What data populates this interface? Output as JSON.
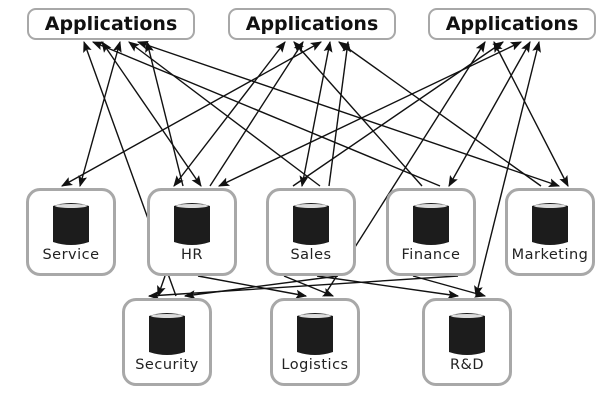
{
  "applications": [
    {
      "id": "app1",
      "label": "Applications"
    },
    {
      "id": "app2",
      "label": "Applications"
    },
    {
      "id": "app3",
      "label": "Applications"
    }
  ],
  "databases": [
    {
      "id": "service",
      "label": "Service"
    },
    {
      "id": "hr",
      "label": "HR"
    },
    {
      "id": "sales",
      "label": "Sales"
    },
    {
      "id": "finance",
      "label": "Finance"
    },
    {
      "id": "marketing",
      "label": "Marketing"
    },
    {
      "id": "security",
      "label": "Security"
    },
    {
      "id": "logistics",
      "label": "Logistics"
    },
    {
      "id": "rd",
      "label": "R&D"
    }
  ],
  "edges": [
    {
      "from": "app1",
      "to": "service",
      "direction": "both"
    },
    {
      "from": "app1",
      "to": "hr",
      "direction": "both"
    },
    {
      "from": "app1",
      "to": "sales",
      "direction": "to-app"
    },
    {
      "from": "app1",
      "to": "finance",
      "direction": "to-app"
    },
    {
      "from": "app1",
      "to": "marketing",
      "direction": "both"
    },
    {
      "from": "app1",
      "to": "security",
      "direction": "to-app"
    },
    {
      "from": "app1",
      "to": "hr",
      "direction": "to-app"
    },
    {
      "from": "app2",
      "to": "service",
      "direction": "both"
    },
    {
      "from": "app2",
      "to": "hr",
      "direction": "to-app"
    },
    {
      "from": "app2",
      "to": "sales",
      "direction": "both"
    },
    {
      "from": "app2",
      "to": "finance",
      "direction": "to-app"
    },
    {
      "from": "app2",
      "to": "marketing",
      "direction": "to-app"
    },
    {
      "from": "app2",
      "to": "hr",
      "direction": "both"
    },
    {
      "from": "app2",
      "to": "sales",
      "direction": "to-app"
    },
    {
      "from": "app3",
      "to": "hr",
      "direction": "both"
    },
    {
      "from": "app3",
      "to": "sales",
      "direction": "to-app"
    },
    {
      "from": "app3",
      "to": "finance",
      "direction": "both"
    },
    {
      "from": "app3",
      "to": "marketing",
      "direction": "both"
    },
    {
      "from": "app3",
      "to": "rd",
      "direction": "both"
    },
    {
      "from": "app3",
      "to": "logistics",
      "direction": "to-app"
    },
    {
      "from": "hr",
      "to": "security",
      "direction": "to-db"
    },
    {
      "from": "hr",
      "to": "logistics",
      "direction": "to-db"
    },
    {
      "from": "sales",
      "to": "security",
      "direction": "to-db"
    },
    {
      "from": "sales",
      "to": "logistics",
      "direction": "to-db"
    },
    {
      "from": "sales",
      "to": "rd",
      "direction": "to-db"
    },
    {
      "from": "finance",
      "to": "rd",
      "direction": "to-db"
    },
    {
      "from": "finance",
      "to": "security",
      "direction": "to-db"
    }
  ]
}
